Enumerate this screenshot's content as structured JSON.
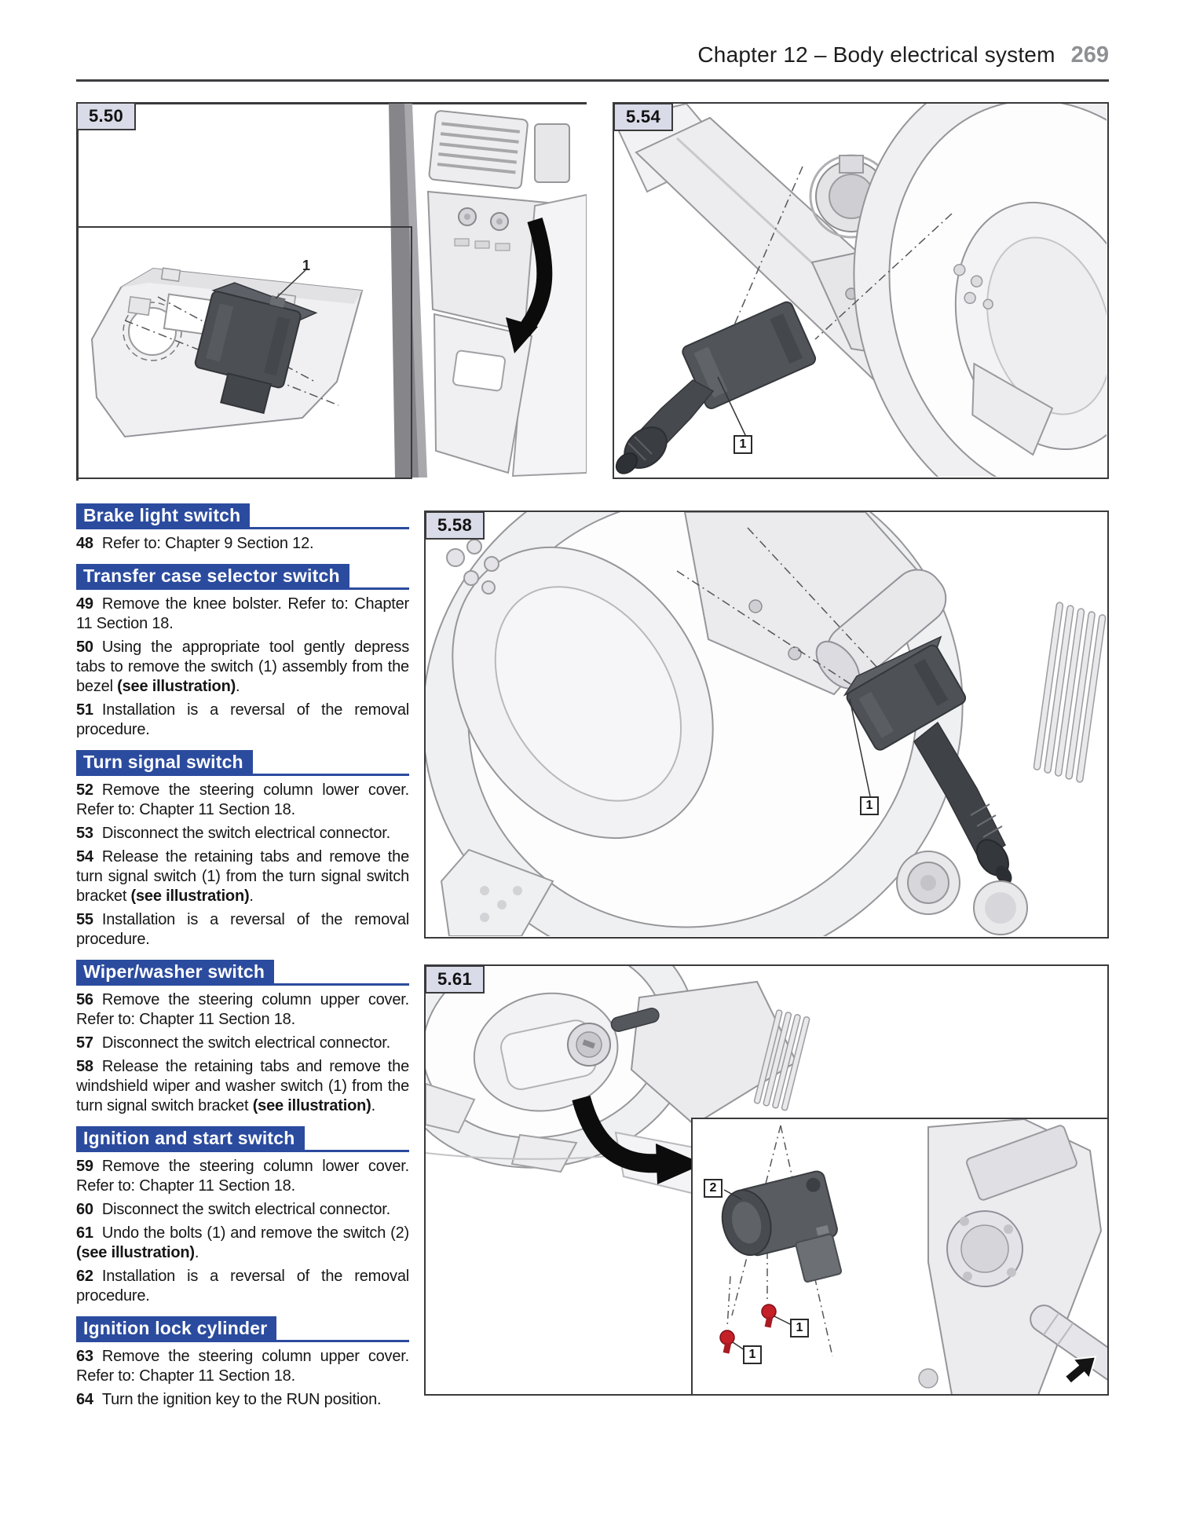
{
  "header": {
    "chapter_title": "Chapter 12 – Body electrical system",
    "page_number": "269"
  },
  "colors": {
    "heading_bar_blue": "#2b4b9e",
    "heading_text": "#ffffff",
    "figure_label_fill": "#d9dbe8",
    "figure_border": "#3a3a3c",
    "bolt_red": "#c32028",
    "page_number_gray": "#8f9094",
    "body_text": "#161616"
  },
  "figures": {
    "f550": {
      "label": "5.50",
      "callout_switch": "1"
    },
    "f554": {
      "label": "5.54",
      "callout_switch": "1"
    },
    "f558": {
      "label": "5.58",
      "callout_switch": "1"
    },
    "f561": {
      "label": "5.61",
      "callout_switch": "2",
      "callout_bolt_a": "1",
      "callout_bolt_b": "1"
    }
  },
  "sections": [
    {
      "heading": "Brake light switch",
      "steps": [
        {
          "num": "48",
          "parts": [
            {
              "t": "Refer to: Chapter 9 Section 12."
            }
          ]
        }
      ]
    },
    {
      "heading": "Transfer case selector switch",
      "steps": [
        {
          "num": "49",
          "parts": [
            {
              "t": "Remove the knee bolster. Refer to: Chapter 11 Section 18."
            }
          ]
        },
        {
          "num": "50",
          "parts": [
            {
              "t": "Using the appropriate tool gently depress tabs to remove the switch (1) assembly from the bezel "
            },
            {
              "t": "(see illustration)",
              "b": true
            },
            {
              "t": "."
            }
          ]
        },
        {
          "num": "51",
          "parts": [
            {
              "t": "Installation is a reversal of the removal procedure."
            }
          ]
        }
      ]
    },
    {
      "heading": "Turn signal switch",
      "steps": [
        {
          "num": "52",
          "parts": [
            {
              "t": "Remove the steering column lower cover. Refer to: Chapter 11 Section 18."
            }
          ]
        },
        {
          "num": "53",
          "parts": [
            {
              "t": "Disconnect the switch electrical connector."
            }
          ]
        },
        {
          "num": "54",
          "parts": [
            {
              "t": "Release the retaining tabs and remove the turn signal switch (1) from the turn signal switch bracket "
            },
            {
              "t": "(see illustration)",
              "b": true
            },
            {
              "t": "."
            }
          ]
        },
        {
          "num": "55",
          "parts": [
            {
              "t": "Installation is a reversal of the removal procedure."
            }
          ]
        }
      ]
    },
    {
      "heading": "Wiper/washer switch",
      "steps": [
        {
          "num": "56",
          "parts": [
            {
              "t": "Remove the steering column upper cover. Refer to: Chapter 11 Section 18."
            }
          ]
        },
        {
          "num": "57",
          "parts": [
            {
              "t": "Disconnect the switch electrical connector."
            }
          ]
        },
        {
          "num": "58",
          "parts": [
            {
              "t": "Release the retaining tabs and remove the windshield wiper and washer switch (1) from the turn signal switch bracket "
            },
            {
              "t": "(see illustration)",
              "b": true
            },
            {
              "t": "."
            }
          ]
        }
      ]
    },
    {
      "heading": "Ignition and start switch",
      "steps": [
        {
          "num": "59",
          "parts": [
            {
              "t": "Remove the steering column lower cover. Refer to: Chapter 11 Section 18."
            }
          ]
        },
        {
          "num": "60",
          "parts": [
            {
              "t": "Disconnect the switch electrical connector."
            }
          ]
        },
        {
          "num": "61",
          "parts": [
            {
              "t": "Undo the bolts (1) and remove the switch (2) "
            },
            {
              "t": "(see illustration)",
              "b": true
            },
            {
              "t": "."
            }
          ]
        },
        {
          "num": "62",
          "parts": [
            {
              "t": "Installation is a reversal of the removal procedure."
            }
          ]
        }
      ]
    },
    {
      "heading": "Ignition lock cylinder",
      "steps": [
        {
          "num": "63",
          "parts": [
            {
              "t": "Remove the steering column upper cover. Refer to: Chapter 11 Section 18."
            }
          ]
        },
        {
          "num": "64",
          "parts": [
            {
              "t": "Turn the ignition key to the RUN position."
            }
          ]
        }
      ]
    }
  ]
}
